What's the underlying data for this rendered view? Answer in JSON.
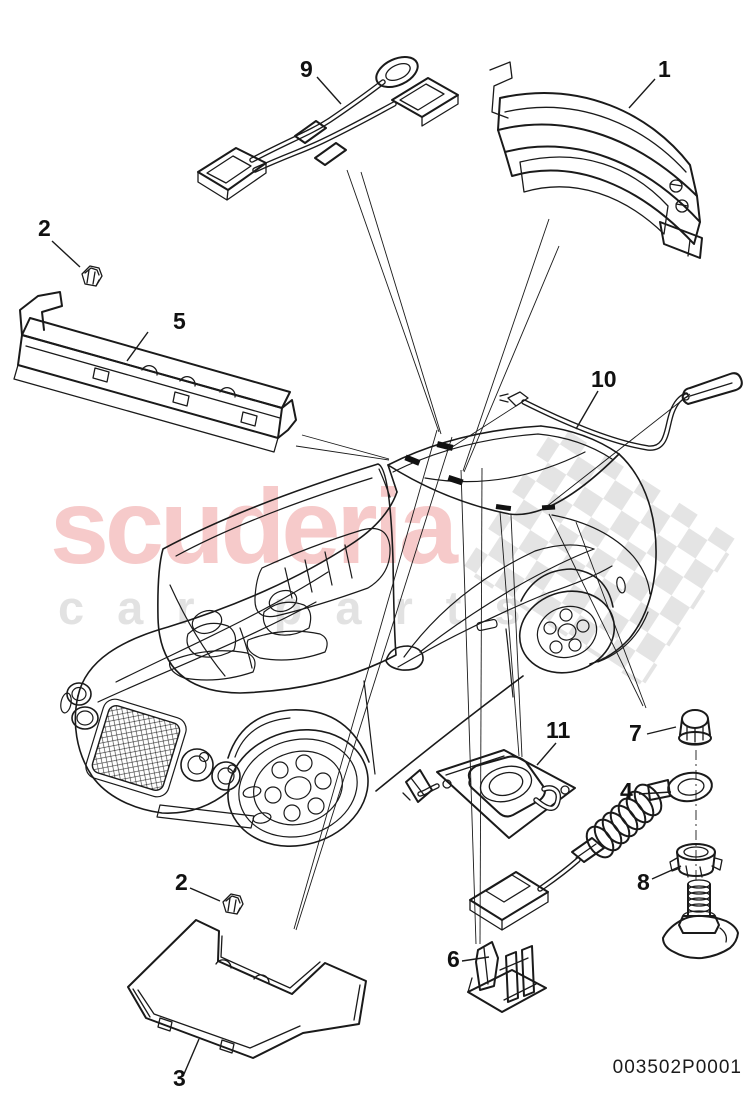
{
  "watermark": {
    "brand": "scuderia",
    "tagline": "car parts",
    "brand_color": "#f6caca",
    "tagline_color": "#e2e2e2",
    "checker_color": "#e4e4e4"
  },
  "footer": {
    "document_number": "003502P0001"
  },
  "diagram": {
    "line_color": "#1a1a1a",
    "callouts": [
      {
        "label": "9"
      },
      {
        "label": "1"
      },
      {
        "label": "2"
      },
      {
        "label": "5"
      },
      {
        "label": "10"
      },
      {
        "label": "11"
      },
      {
        "label": "7"
      },
      {
        "label": "4"
      },
      {
        "label": "8"
      },
      {
        "label": "2"
      },
      {
        "label": "3"
      },
      {
        "label": "6"
      }
    ]
  }
}
